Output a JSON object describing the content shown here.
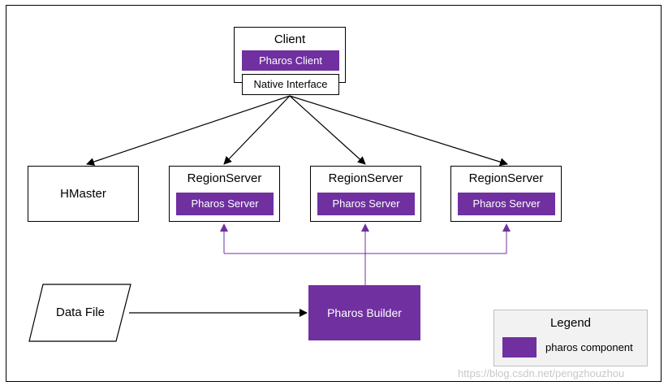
{
  "client": {
    "title": "Client",
    "component": "Pharos Client",
    "interface": "Native Interface"
  },
  "hmaster": {
    "title": "HMaster"
  },
  "region_servers": [
    {
      "title": "RegionServer",
      "component": "Pharos Server"
    },
    {
      "title": "RegionServer",
      "component": "Pharos Server"
    },
    {
      "title": "RegionServer",
      "component": "Pharos Server"
    }
  ],
  "data_file": {
    "label": "Data File"
  },
  "builder": {
    "label": "Pharos Builder"
  },
  "legend": {
    "title": "Legend",
    "item_label": "pharos component"
  },
  "colors": {
    "pharos": "#7030a0",
    "line": "#000000"
  },
  "watermark": "https://blog.csdn.net/pengzhouzhou"
}
